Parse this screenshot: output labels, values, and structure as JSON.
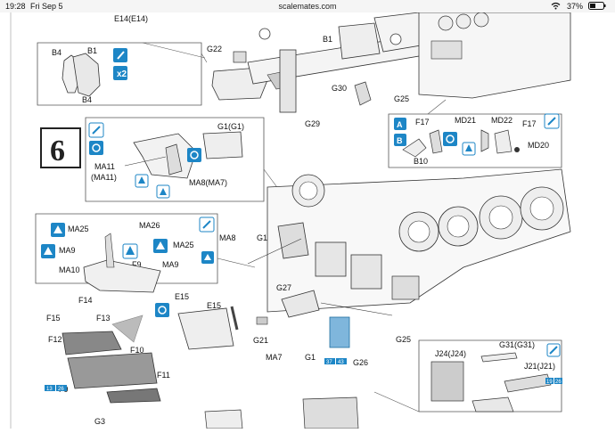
{
  "status_bar": {
    "time": "19:28",
    "date": "Fri Sep 5",
    "url": "scalemates.com",
    "battery": "37%",
    "icons": [
      "wifi-icon",
      "battery-icon"
    ]
  },
  "instruction_page": {
    "step_number": "6",
    "top_fragment": "E14(E14)",
    "labels_top": {
      "b4a": "B4",
      "b1": "B1",
      "b4b": "B4",
      "g22": "G22",
      "b1b": "B1",
      "g30": "G30",
      "g25a": "G25",
      "g29": "G29"
    },
    "inset_right": {
      "f17a": "F17",
      "md21": "MD21",
      "md22": "MD22",
      "f17b": "F17",
      "b10": "B10",
      "md20": "MD20"
    },
    "inset_step6": {
      "g1": "G1(G1)",
      "ma11": "MA11",
      "ma11b": "(MA11)",
      "ma8": "MA8(MA7)"
    },
    "main": {
      "ma8": "MA8",
      "g1": "G1",
      "g27": "G27",
      "g21": "G21",
      "ma7": "MA7",
      "g1b": "G1",
      "g26": "G26",
      "g25": "G25",
      "ref1": "37",
      "ref2": "43"
    },
    "inset_left": {
      "ma25a": "MA25",
      "ma26": "MA26",
      "ma9a": "MA9",
      "ma25b": "MA25",
      "ma10": "MA10",
      "f9a": "F9",
      "ma9b": "MA9",
      "f14": "F14",
      "f15": "F15",
      "f13": "F13",
      "e15a": "E15",
      "e15b": "E15",
      "f12": "F12",
      "f10": "F10",
      "f11": "F11",
      "f9b": "F9",
      "ref3": "13",
      "ref4": "26"
    },
    "inset_bottom_right": {
      "g31": "G31(G31)",
      "j24": "J24(J24)",
      "j21": "J21(J21)",
      "ref5": "19",
      "ref6": "26"
    },
    "bottom": {
      "g3": "G3"
    },
    "accent_color": "#1d86c6"
  }
}
